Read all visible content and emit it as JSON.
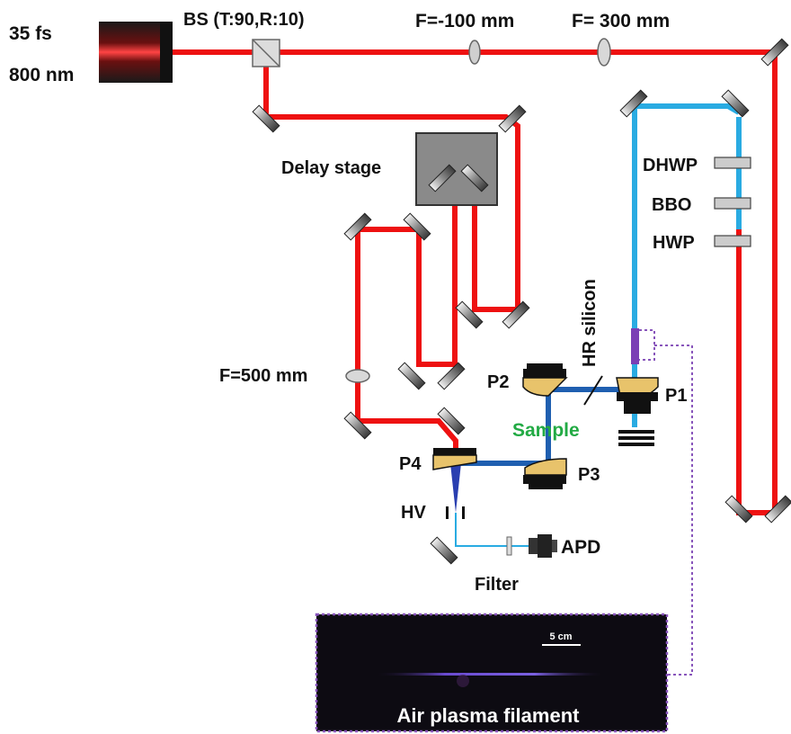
{
  "labels": {
    "pulse_duration": "35 fs",
    "wavelength": "800 nm",
    "beam_splitter": "BS (T:90,R:10)",
    "lens_neg": "F=-100 mm",
    "lens_pos": "F= 300 mm",
    "delay_stage": "Delay stage",
    "dhwp": "DHWP",
    "bbo": "BBO",
    "hwp": "HWP",
    "hr_silicon": "HR silicon",
    "lens_500": "F=500 mm",
    "p1": "P1",
    "p2": "P2",
    "p3": "P3",
    "p4": "P4",
    "sample": "Sample",
    "hv": "HV",
    "apd": "APD",
    "filter": "Filter",
    "scale_bar": "5 cm",
    "inset_caption": "Air plasma filament"
  },
  "colors": {
    "ir_beam": "#ee1111",
    "uv_beam": "#29abe2",
    "thz_beam": "#1f5fb0",
    "sample_text": "#22aa44",
    "inset_border": "#8855bb",
    "plasma": "#7a4cc0"
  }
}
